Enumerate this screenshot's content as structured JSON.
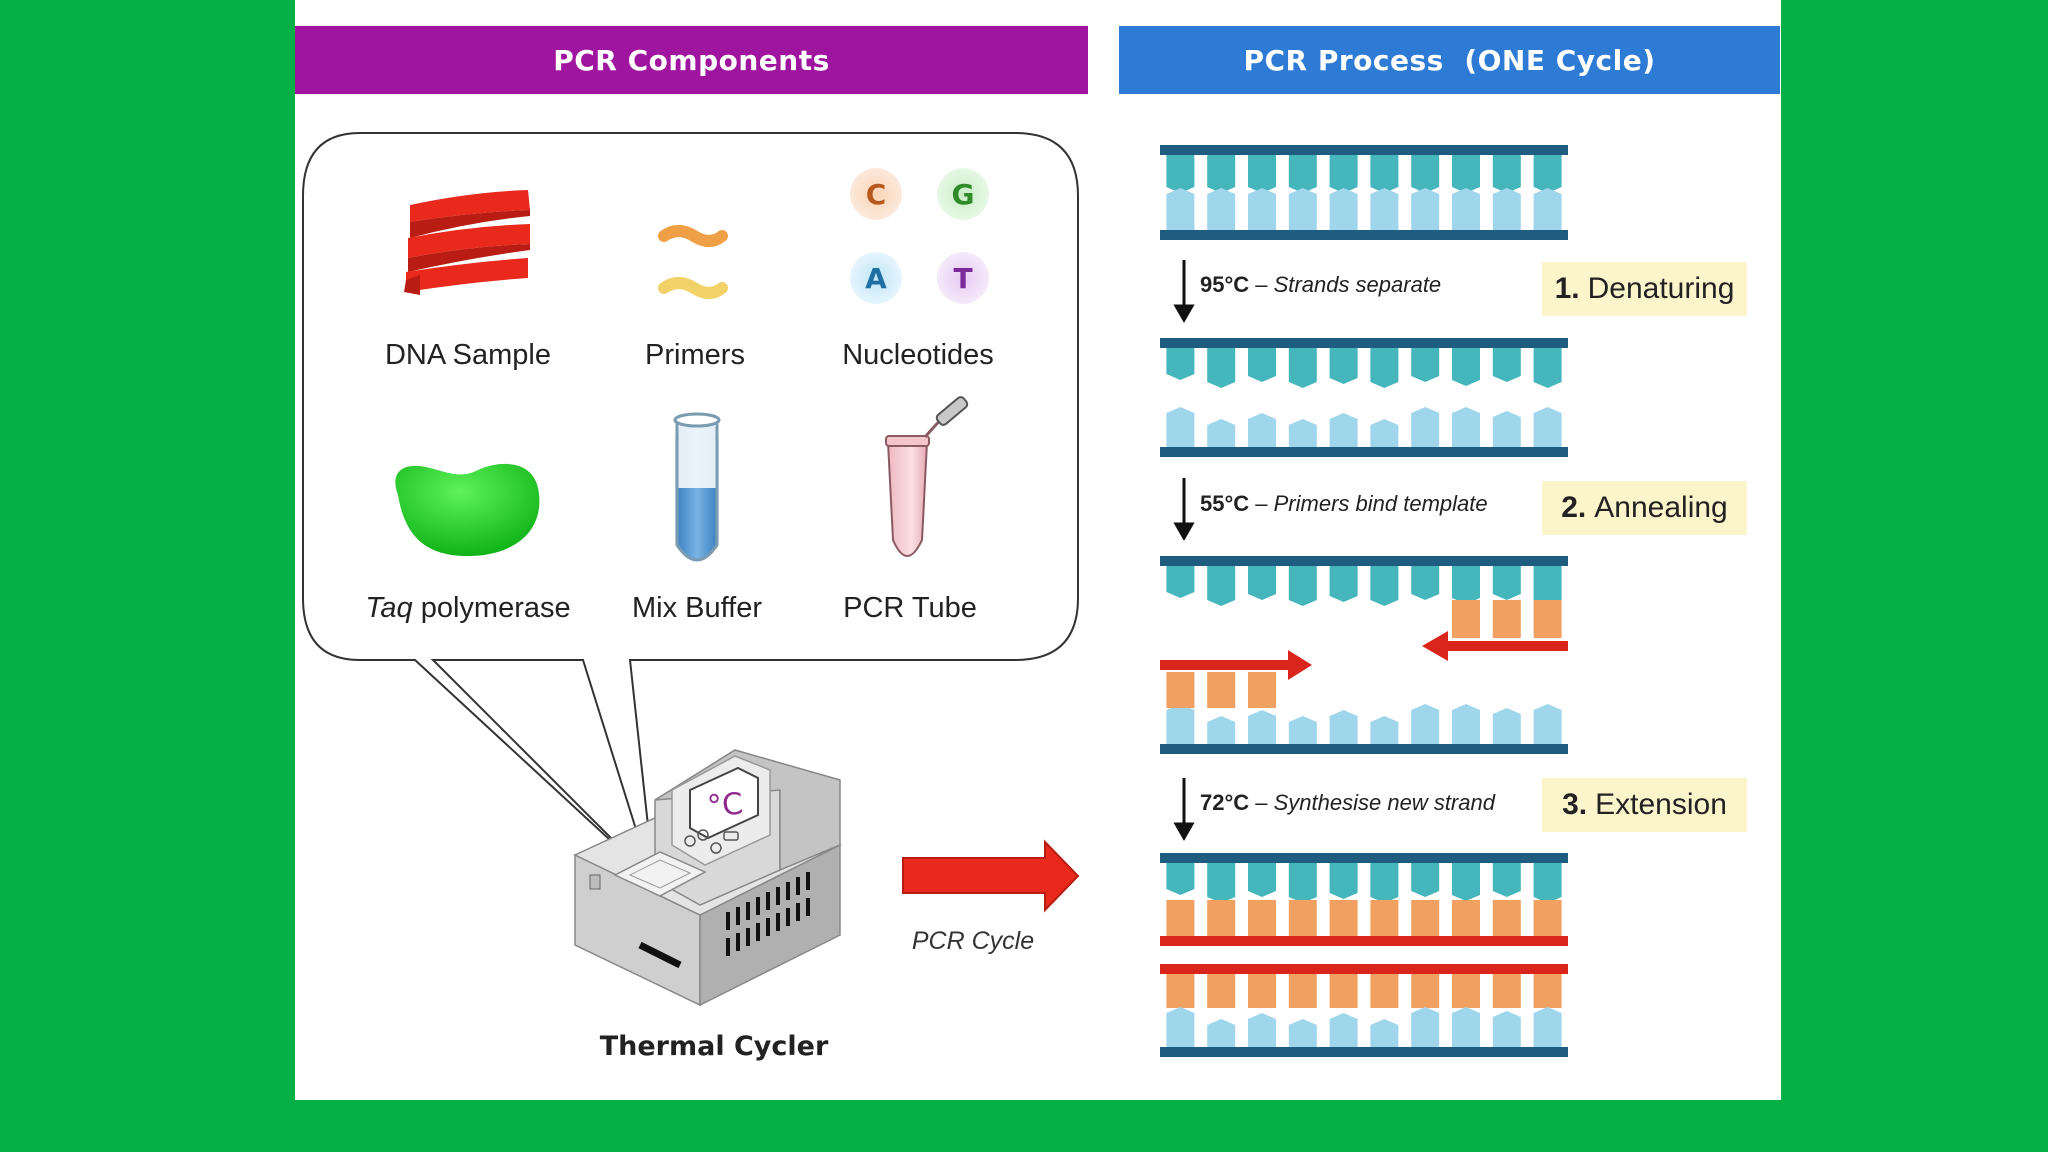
{
  "left_header": "PCR Components",
  "right_header": "PCR Process  (ONE Cycle)",
  "components": {
    "dna_sample": "DNA Sample",
    "primers": "Primers",
    "nucleotides": "Nucleotides",
    "taq_italic": "Taq",
    "taq_rest": " polymerase",
    "mix_buffer": "Mix Buffer",
    "pcr_tube": "PCR Tube"
  },
  "nucleotide_letters": [
    "C",
    "G",
    "A",
    "T"
  ],
  "thermal_cycler": "Thermal Cycler",
  "thermal_display": "°C",
  "cycle_label": "PCR Cycle",
  "steps": [
    {
      "temp": "95°C",
      "sep": " – ",
      "desc": "Strands separate",
      "num": "1.",
      "name": "Denaturing"
    },
    {
      "temp": "55°C",
      "sep": " – ",
      "desc": "Primers bind template",
      "num": "2.",
      "name": "Annealing"
    },
    {
      "temp": "72°C",
      "sep": " – ",
      "desc": "Synthesise new strand",
      "num": "3.",
      "name": "Extension"
    }
  ],
  "colors": {
    "background": "#05b047",
    "left_header": "#a0159f",
    "right_header": "#2d7bd4",
    "backbone": "#1e5c80",
    "teal_base": "#46b6bd",
    "light_base": "#9fd6ec",
    "orange_base": "#f0a060",
    "primer_red": "#d9251b",
    "stage_bg": "#fcf5cc"
  }
}
